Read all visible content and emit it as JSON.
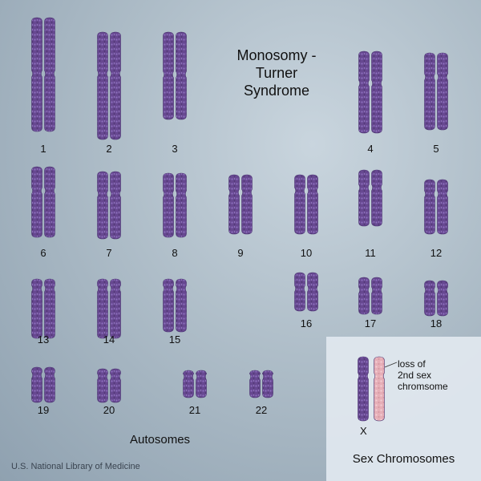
{
  "title": {
    "line1": "Monosomy -",
    "line2": "Turner",
    "line3": "Syndrome"
  },
  "autosomes_label": "Autosomes",
  "sex_chromosomes_label": "Sex Chromosomes",
  "credit": "U.S. National Library of Medicine",
  "annotation": {
    "line1": "loss of",
    "line2": "2nd sex",
    "line3": "chromsome"
  },
  "x_label": "X",
  "colors": {
    "chromosome_fill": "#6a4a96",
    "chromosome_highlight": "#8a6cb8",
    "missing_chromosome": "#e8b3bb",
    "panel": "#dfe7ee"
  },
  "chromosomes": [
    {
      "label": "1"
    },
    {
      "label": "2"
    },
    {
      "label": "3"
    },
    {
      "label": "4"
    },
    {
      "label": "5"
    },
    {
      "label": "6"
    },
    {
      "label": "7"
    },
    {
      "label": "8"
    },
    {
      "label": "9"
    },
    {
      "label": "10"
    },
    {
      "label": "11"
    },
    {
      "label": "12"
    },
    {
      "label": "13"
    },
    {
      "label": "14"
    },
    {
      "label": "15"
    },
    {
      "label": "16"
    },
    {
      "label": "17"
    },
    {
      "label": "18"
    },
    {
      "label": "19"
    },
    {
      "label": "20"
    },
    {
      "label": "21"
    },
    {
      "label": "22"
    }
  ]
}
